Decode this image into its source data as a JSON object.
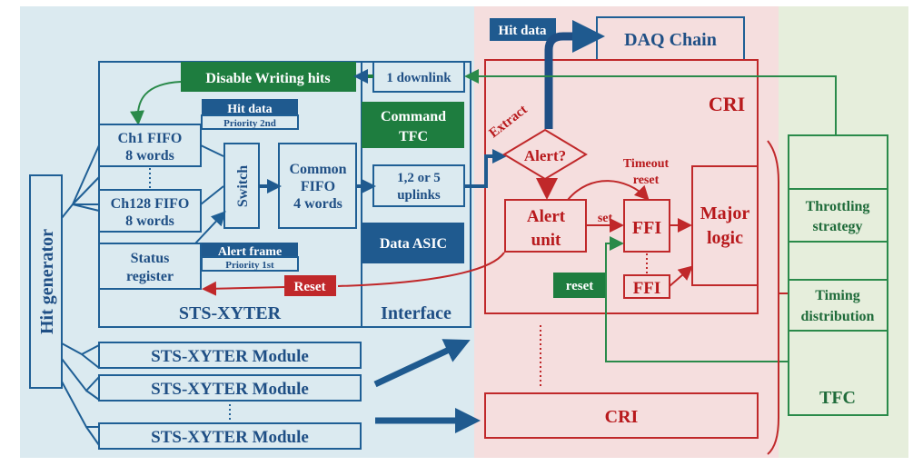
{
  "colors": {
    "asic_panel": "#dbeaf0",
    "cri_panel": "#f5dede",
    "tfc_panel": "#e6eedc",
    "blue": "#1f5f95",
    "green": "#1e7d3f",
    "red": "#c0282a"
  },
  "hit_generator": "Hit generator",
  "sts": {
    "disable_writing": "Disable Writing hits",
    "hit_data": "Hit data",
    "priority_2nd": "Priority 2nd",
    "ch1_line1": "Ch1 FIFO",
    "ch1_line2": "8 words",
    "ch128_line1": "Ch128 FIFO",
    "ch128_line2": "8 words",
    "switch": "Switch",
    "common_line1": "Common",
    "common_line2": "FIFO",
    "common_line3": "4 words",
    "status_line1": "Status",
    "status_line2": "register",
    "alert_frame": "Alert frame",
    "priority_1st": "Priority 1st",
    "reset": "Reset",
    "title": "STS-XYTER"
  },
  "interface": {
    "downlink": "1 downlink",
    "command_line1": "Command",
    "command_line2": "TFC",
    "uplinks_line1": "1,2 or 5",
    "uplinks_line2": "uplinks",
    "data_asic": "Data ASIC",
    "title": "Interface"
  },
  "modules": [
    "STS-XYTER Module",
    "STS-XYTER Module",
    "STS-XYTER Module"
  ],
  "cri": {
    "hit_data": "Hit data",
    "daq_chain": "DAQ Chain",
    "title": "CRI",
    "extract": "Extract",
    "alert_q": "Alert?",
    "timeout_line1": "Timeout",
    "timeout_line2": "reset",
    "alert_unit_line1": "Alert",
    "alert_unit_line2": "unit",
    "set": "set",
    "ffi": "FFI",
    "ffi2": "FFI",
    "major_line1": "Major",
    "major_line2": "logic",
    "reset": "reset",
    "cri2": "CRI"
  },
  "tfc": {
    "throttling_line1": "Throttling",
    "throttling_line2": "strategy",
    "timing_line1": "Timing",
    "timing_line2": "distribution",
    "title": "TFC"
  }
}
